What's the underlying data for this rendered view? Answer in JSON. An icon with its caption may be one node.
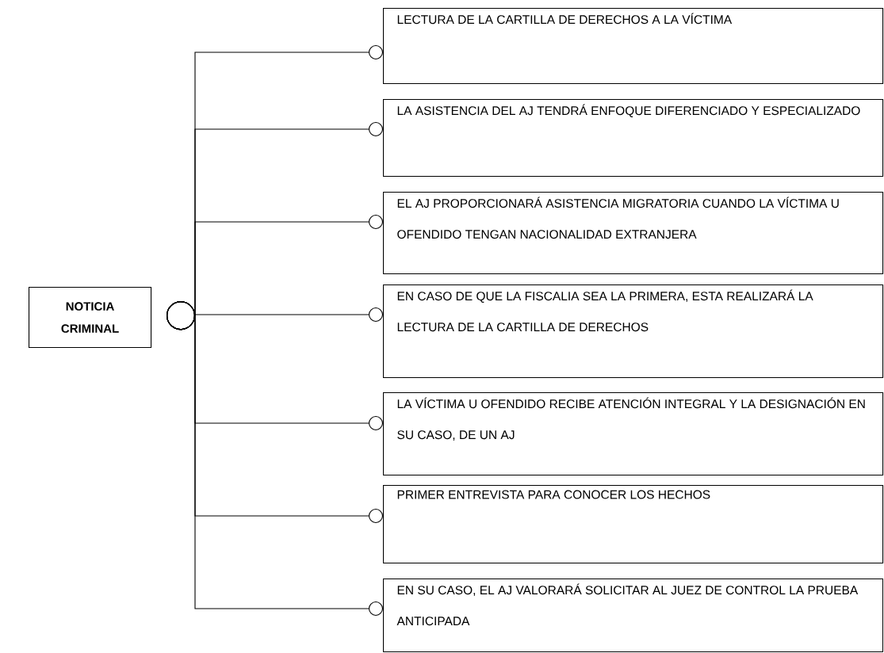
{
  "diagram": {
    "nodes": [
      {
        "text": [
          "NOTICIA CRIMINAL"
        ]
      },
      {
        "text": [
          "LECTURA DE LA CARTILLA DE DERECHOS A LA VÍCTIMA"
        ]
      },
      {
        "text": [
          "LA ASISTENCIA DEL AJ TENDRÁ ENFOQUE DIFERENCIADO Y ESPECIALIZADO"
        ]
      },
      {
        "text": [
          "EL AJ PROPORCIONARÁ ASISTENCIA MIGRATORIA CUANDO LA VÍCTIMA U OFENDIDO TENGAN NACIONALIDAD EXTRANJERA"
        ]
      },
      {
        "text": [
          "EN CASO DE QUE LA FISCALIA SEA LA PRIMERA, ESTA REALIZARÁ LA LECTURA DE LA CARTILLA DE DERECHOS"
        ]
      },
      {
        "text": [
          "LA VÍCTIMA U OFENDIDO RECIBE ATENCIÓN INTEGRAL Y LA DESIGNACIÓN EN SU CASO, DE UN AJ"
        ]
      },
      {
        "text": [
          "PRIMER ENTREVISTA PARA CONOCER LOS HECHOS"
        ]
      },
      {
        "text": [
          "EN SU CASO, EL AJ VALORARÁ SOLICITAR AL JUEZ DE CONTROL LA PRUEBA ANTICIPADA"
        ]
      }
    ],
    "edges": [
      {
        "from": 0,
        "to": 1,
        "arrow": "other"
      },
      {
        "from": 0,
        "to": 2,
        "arrow": "other"
      },
      {
        "from": 0,
        "to": 3,
        "arrow": "other"
      },
      {
        "from": 0,
        "to": 4,
        "arrow": "other"
      },
      {
        "from": 0,
        "to": 5,
        "arrow": "other"
      },
      {
        "from": 0,
        "to": 6,
        "arrow": "other"
      },
      {
        "from": 0,
        "to": 7,
        "arrow": "other"
      }
    ]
  }
}
